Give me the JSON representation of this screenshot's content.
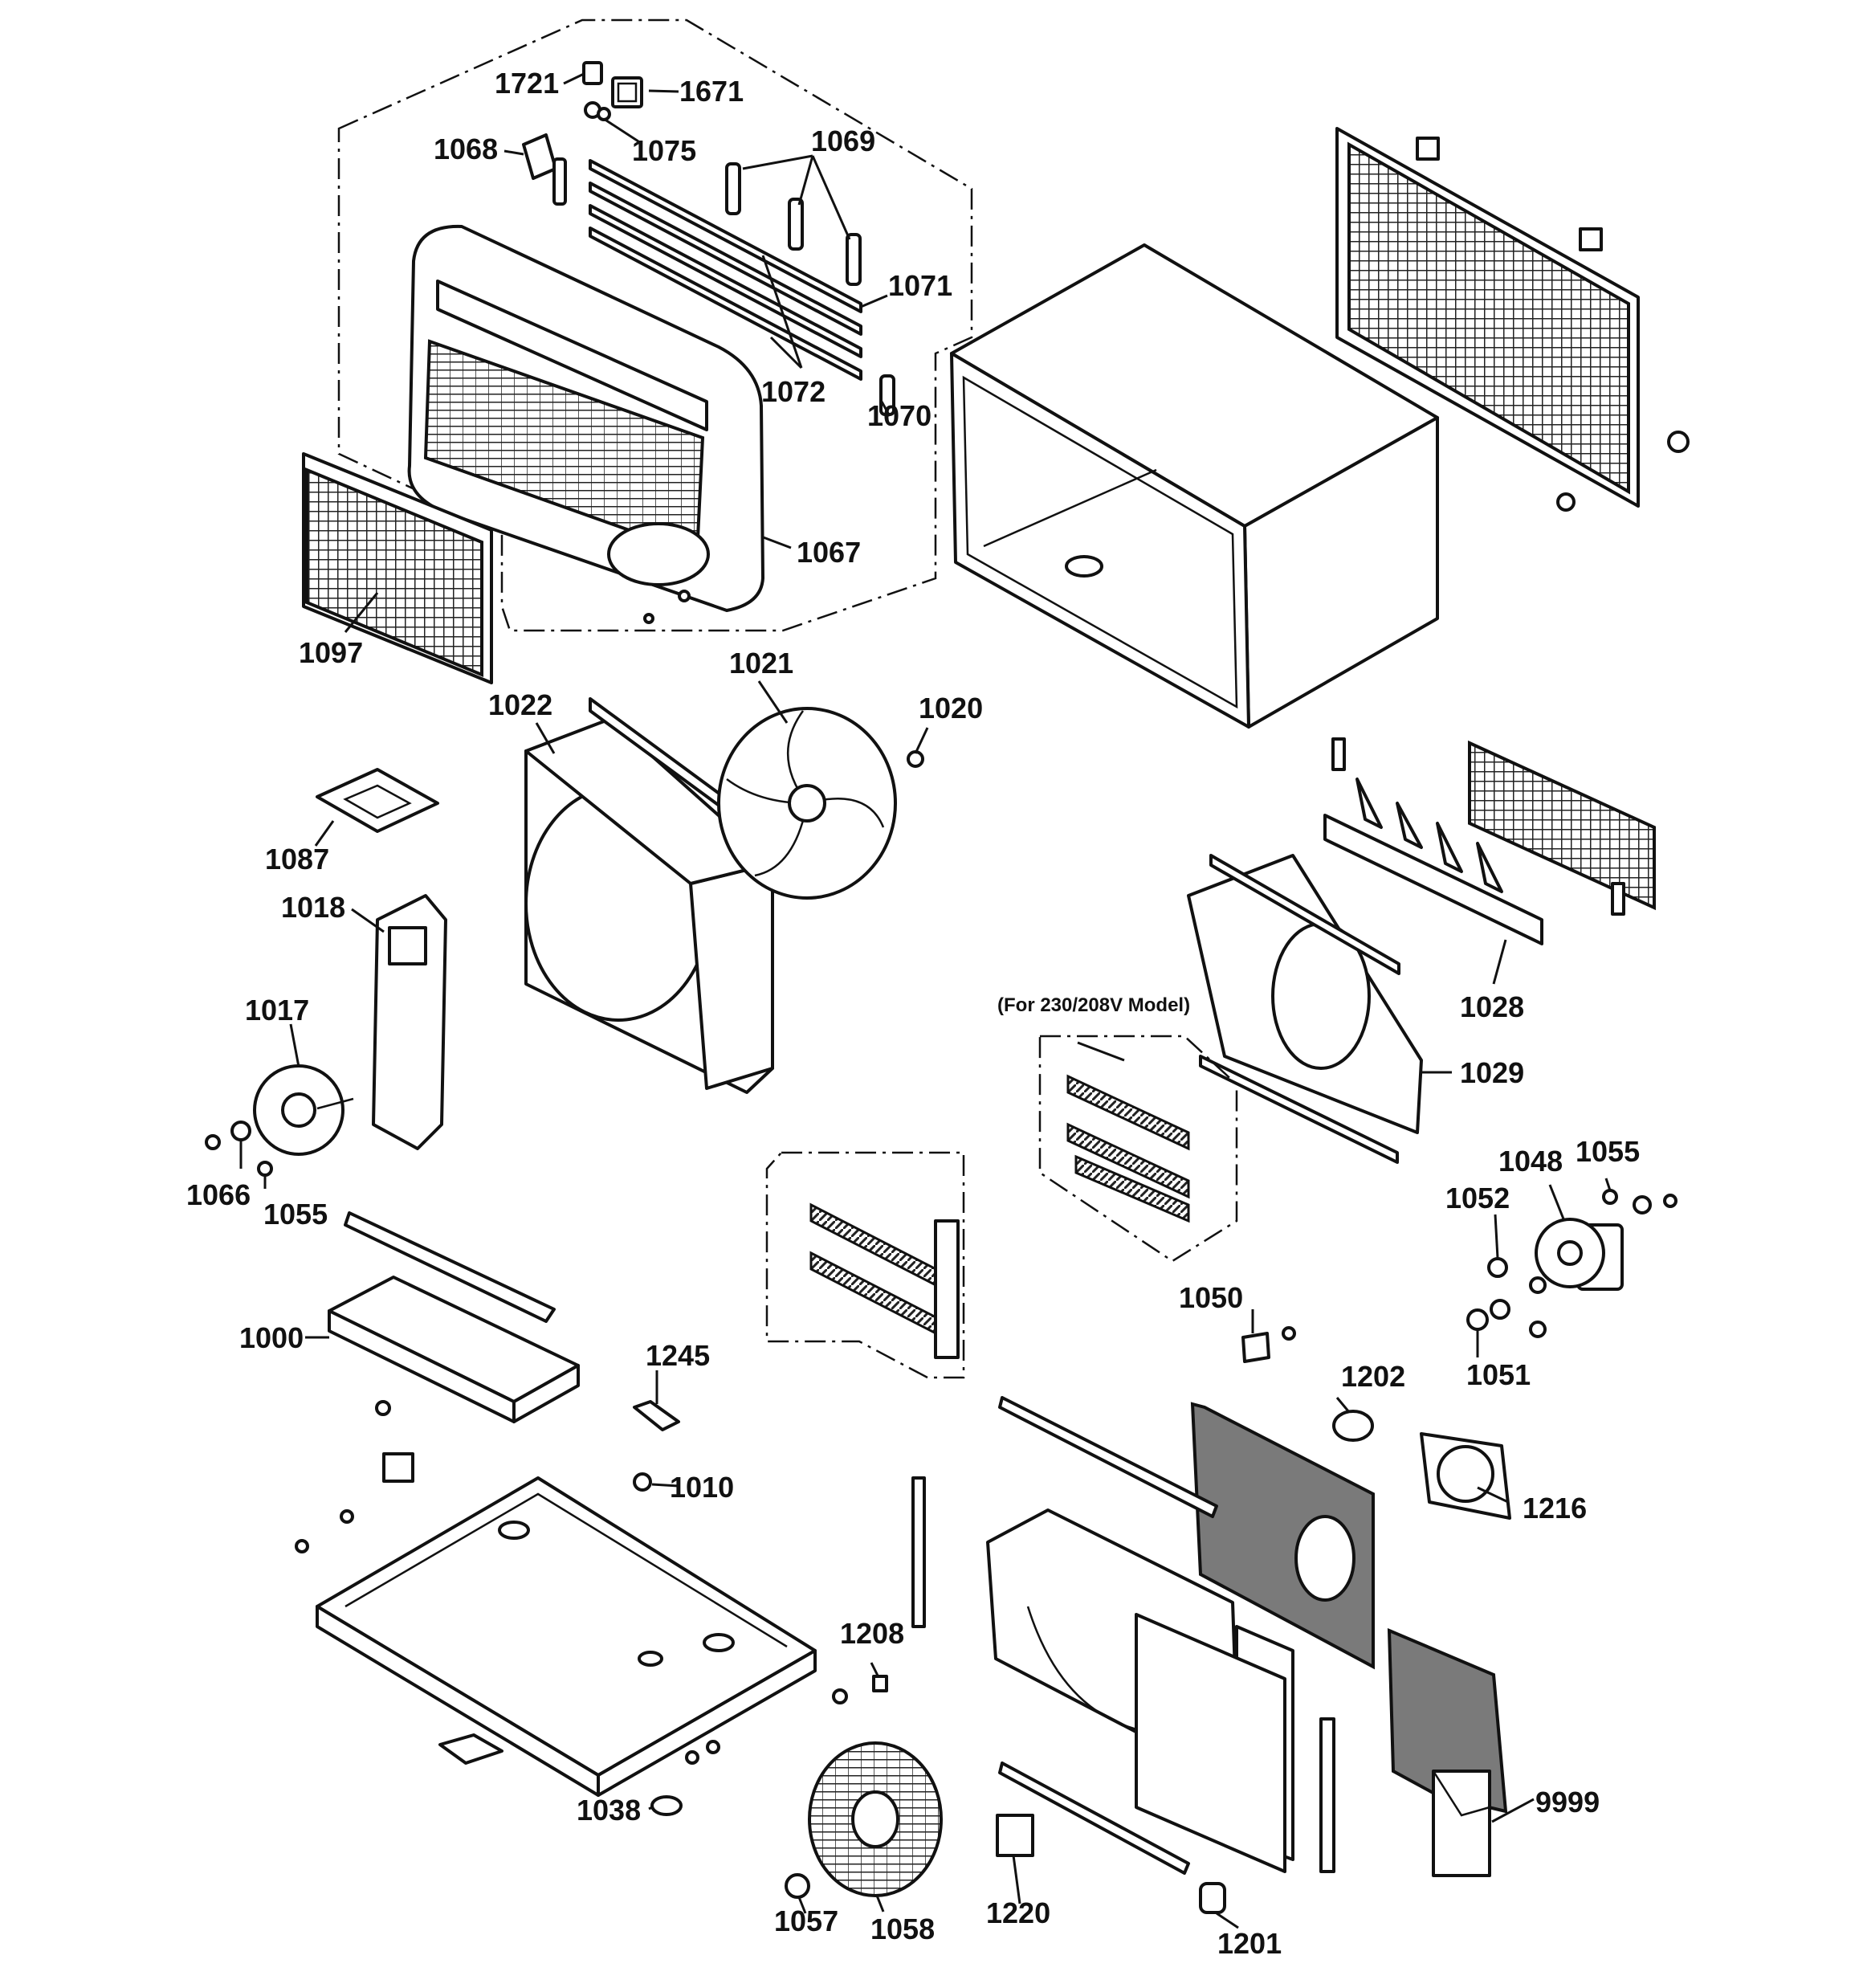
{
  "note": "(For 230/208V Model)",
  "callouts": [
    {
      "id": "1721",
      "label": "1721"
    },
    {
      "id": "1671",
      "label": "1671"
    },
    {
      "id": "1068",
      "label": "1068"
    },
    {
      "id": "1075",
      "label": "1075"
    },
    {
      "id": "1069",
      "label": "1069"
    },
    {
      "id": "1071",
      "label": "1071"
    },
    {
      "id": "1072",
      "label": "1072"
    },
    {
      "id": "1070",
      "label": "1070"
    },
    {
      "id": "1067",
      "label": "1067"
    },
    {
      "id": "1097",
      "label": "1097"
    },
    {
      "id": "1022",
      "label": "1022"
    },
    {
      "id": "1021",
      "label": "1021"
    },
    {
      "id": "1020",
      "label": "1020"
    },
    {
      "id": "1087",
      "label": "1087"
    },
    {
      "id": "1018",
      "label": "1018"
    },
    {
      "id": "1017",
      "label": "1017"
    },
    {
      "id": "1066",
      "label": "1066"
    },
    {
      "id": "1055a",
      "label": "1055"
    },
    {
      "id": "1028",
      "label": "1028"
    },
    {
      "id": "1029",
      "label": "1029"
    },
    {
      "id": "1048",
      "label": "1048"
    },
    {
      "id": "1055b",
      "label": "1055"
    },
    {
      "id": "1052",
      "label": "1052"
    },
    {
      "id": "1051",
      "label": "1051"
    },
    {
      "id": "1050",
      "label": "1050"
    },
    {
      "id": "1000",
      "label": "1000"
    },
    {
      "id": "1245",
      "label": "1245"
    },
    {
      "id": "1202",
      "label": "1202"
    },
    {
      "id": "1216",
      "label": "1216"
    },
    {
      "id": "1010",
      "label": "1010"
    },
    {
      "id": "1208",
      "label": "1208"
    },
    {
      "id": "1038",
      "label": "1038"
    },
    {
      "id": "9999",
      "label": "9999"
    },
    {
      "id": "1057",
      "label": "1057"
    },
    {
      "id": "1058",
      "label": "1058"
    },
    {
      "id": "1220",
      "label": "1220"
    },
    {
      "id": "1201",
      "label": "1201"
    }
  ]
}
